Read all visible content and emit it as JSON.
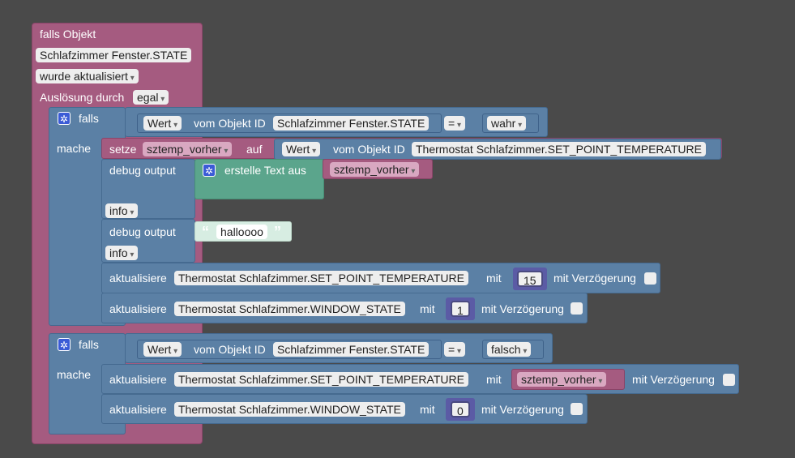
{
  "trigger": {
    "title": "falls Objekt",
    "object": "Schlafzimmer Fenster.STATE",
    "event": "wurde aktualisiert",
    "trigger_label": "Auslösung durch",
    "trigger_value": "egal"
  },
  "if1": {
    "falls": "falls",
    "mache": "mache",
    "cond_wert": "Wert",
    "cond_vom": "vom Objekt ID",
    "cond_object": "Schlafzimmer Fenster.STATE",
    "cond_op": "=",
    "cond_value": "wahr",
    "set_label": "setze",
    "set_var": "sztemp_vorher",
    "set_auf": "auf",
    "set_wert": "Wert",
    "set_vom": "vom Objekt ID",
    "set_object": "Thermostat Schlafzimmer.SET_POINT_TEMPERATURE",
    "debug1_label": "debug output",
    "debug1_text_label": "erstelle Text aus",
    "debug1_var": "sztemp_vorher",
    "debug1_level": "info",
    "debug2_label": "debug output",
    "debug2_text": "halloooo",
    "debug2_level": "info",
    "upd1_label": "aktualisiere",
    "upd1_object": "Thermostat Schlafzimmer.SET_POINT_TEMPERATURE",
    "upd1_mit": "mit",
    "upd1_value": "15",
    "upd1_delay": "mit Verzögerung",
    "upd2_label": "aktualisiere",
    "upd2_object": "Thermostat Schlafzimmer.WINDOW_STATE",
    "upd2_mit": "mit",
    "upd2_value": "1",
    "upd2_delay": "mit Verzögerung"
  },
  "if2": {
    "falls": "falls",
    "mache": "mache",
    "cond_wert": "Wert",
    "cond_vom": "vom Objekt ID",
    "cond_object": "Schlafzimmer Fenster.STATE",
    "cond_op": "=",
    "cond_value": "falsch",
    "upd1_label": "aktualisiere",
    "upd1_object": "Thermostat Schlafzimmer.SET_POINT_TEMPERATURE",
    "upd1_mit": "mit",
    "upd1_var": "sztemp_vorher",
    "upd1_delay": "mit Verzögerung",
    "upd2_label": "aktualisiere",
    "upd2_object": "Thermostat Schlafzimmer.WINDOW_STATE",
    "upd2_mit": "mit",
    "upd2_value": "0",
    "upd2_delay": "mit Verzögerung"
  },
  "colors": {
    "trigger": "#a55b80",
    "logic": "#5b80a5",
    "text": "#5ba58c",
    "workspace": "#4a4a4a"
  },
  "icons": [
    "gear-icon",
    "checkbox-icon",
    "quote-icon"
  ]
}
